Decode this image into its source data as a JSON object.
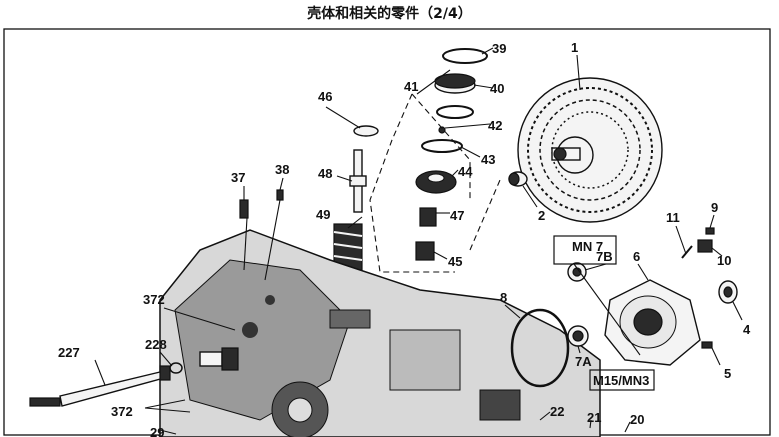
{
  "title": "壳体和相关的零件（2/4）",
  "callouts": {
    "c1": "1",
    "c2": "2",
    "c4": "4",
    "c5": "5",
    "c6": "6",
    "c7a": "7A",
    "c7b": "7B",
    "c8": "8",
    "c9": "9",
    "c10": "10",
    "c11": "11",
    "c20": "20",
    "c21": "21",
    "c22": "22",
    "c29": "29",
    "c37": "37",
    "c38": "38",
    "c39": "39",
    "c40": "40",
    "c41": "41",
    "c42": "42",
    "c43": "43",
    "c44": "44",
    "c45": "45",
    "c46": "46",
    "c47": "47",
    "c48": "48",
    "c49": "49",
    "c227": "227",
    "c228": "228",
    "c372a": "372",
    "c372b": "372"
  },
  "boxes": {
    "mn7": "MN 7",
    "m15": "M15/MN3"
  }
}
